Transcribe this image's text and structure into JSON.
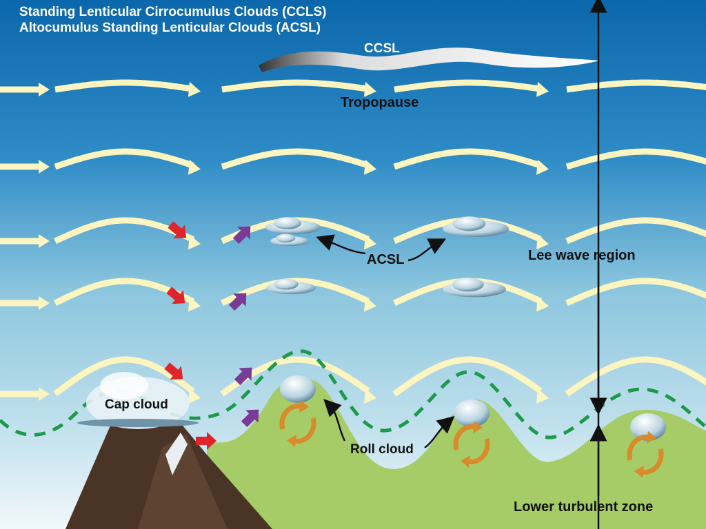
{
  "title": {
    "line1": "Standing Lenticular Cirrocumulus Clouds (CCLS)",
    "line2": "Altocumulus Standing Lenticular Clouds (ACSL)"
  },
  "labels": {
    "ccsl": "CCSL",
    "tropopause": "Tropopause",
    "acsl": "ACSL",
    "lee_wave_region": "Lee wave region",
    "cap_cloud": "Cap cloud",
    "roll_cloud": "Roll cloud",
    "lower_turbulent_zone": "Lower turbulent zone"
  },
  "colors": {
    "sky_top": "#0b67ab",
    "sky_mid": "#8cc6de",
    "sky_low": "#d6ecf3",
    "wind_arrow": "#fdf5bf",
    "ground": "#a6cc68",
    "mountain": "#4a3426",
    "dashed_line": "#1a9a4a",
    "downdraft": "#e0242b",
    "updraft": "#7a3b96",
    "rotor": "#d98a2b"
  }
}
